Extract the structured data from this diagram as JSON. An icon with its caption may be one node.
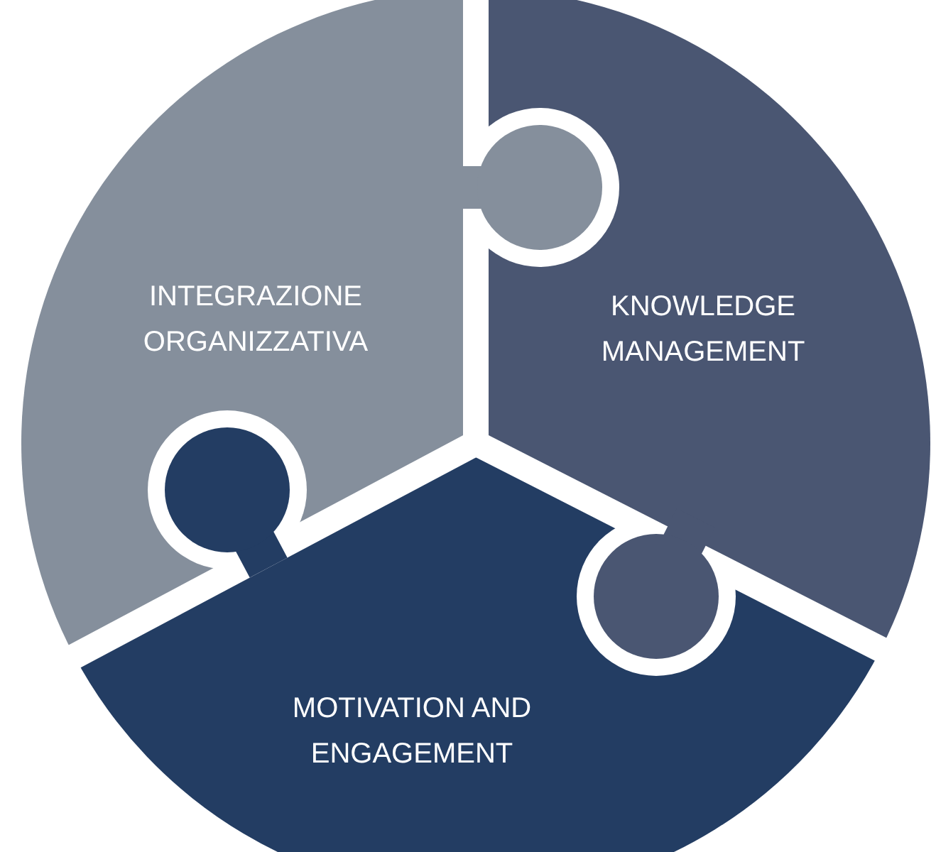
{
  "diagram": {
    "nodes": [
      {
        "text": [
          "INTEGRAZIONE ORGANIZZATIVA"
        ]
      },
      {
        "text": [
          "KNOWLEDGE MANAGEMENT"
        ]
      },
      {
        "text": [
          "MOTIVATION AND ENGAGEMENT"
        ]
      }
    ],
    "edges": []
  }
}
